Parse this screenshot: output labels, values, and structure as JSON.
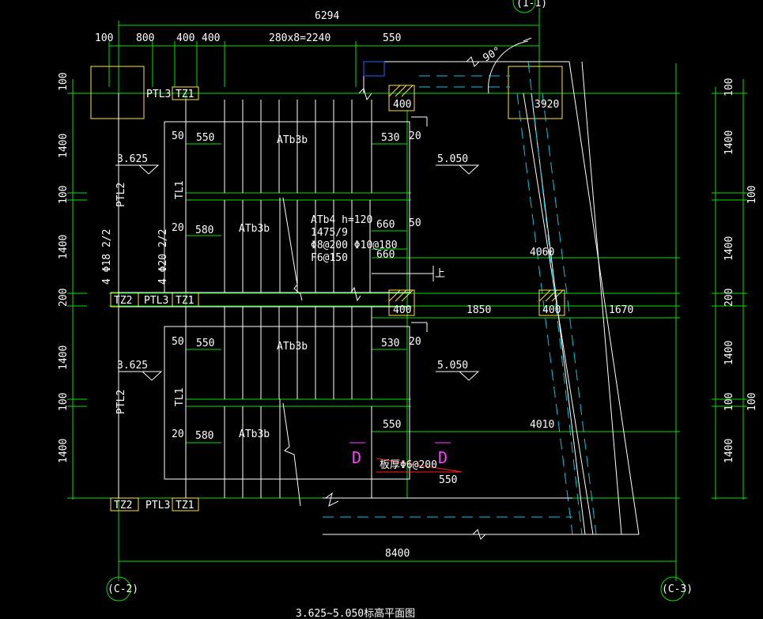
{
  "drawing": {
    "title": "3.625~5.050标高平面图",
    "axis_bubbles": [
      "(1-1)",
      "(C-2)",
      "(C-3)"
    ],
    "top_dims": {
      "overall": "6294",
      "d100": "100",
      "d800": "800",
      "d400a": "400",
      "d400b": "400",
      "steps": "280x8=2240",
      "d550": "550"
    },
    "bottom_dim": "8400",
    "left_dims": [
      "100",
      "1400",
      "100",
      "1400",
      "200",
      "1400",
      "100",
      "1400"
    ],
    "right_dims_outer": [
      "1400",
      "1400",
      "1400",
      "1400"
    ],
    "right_dims_inner": [
      "100",
      "100",
      "200",
      "100",
      "100"
    ],
    "beams": {
      "ptl3": "PTL3",
      "tz1": "TZ1",
      "tz2": "TZ2",
      "ptl2": "PTL2",
      "tl1": "TL1"
    },
    "elevations": {
      "low": "3.625",
      "high": "5.050"
    },
    "stairs": {
      "atb3b": "ATb3b",
      "atb4": "ATb4 h=120",
      "atb4_l2": "1475/9",
      "atb4_l3": "Φ8@200 Φ10@180",
      "atb4_l4": "F6@150",
      "reinf_left": "4 Φ18 2/2",
      "reinf_mid": "4 Φ20 2/2"
    },
    "labels": {
      "d50": "50",
      "d550": "550",
      "d530": "530",
      "d20": "20",
      "d580": "580",
      "d660": "660",
      "d400": "400",
      "d1850": "1850",
      "d1670": "1670",
      "d4060": "4060",
      "d4010": "4010",
      "d3920": "3920",
      "up": "上",
      "section_mark": "D",
      "slab_reinf": "板厚Φ6@200",
      "angle": "90°"
    }
  }
}
